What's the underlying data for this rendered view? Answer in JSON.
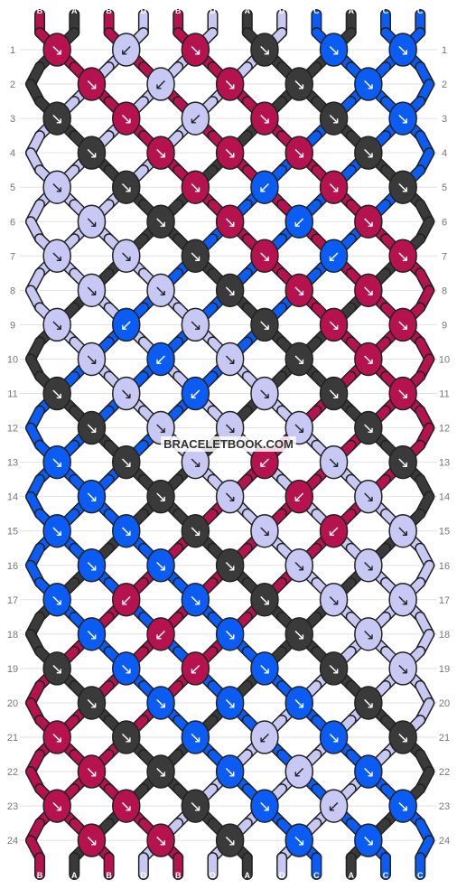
{
  "watermark": "BRACELETBOOK.COM",
  "colors": {
    "A": "#3a3a3a",
    "B": "#b5124e",
    "C": "#0a5cf5",
    "D": "#c8c8f5"
  },
  "strands_top": [
    "B",
    "A",
    "B",
    "D",
    "B",
    "D",
    "A",
    "D",
    "C",
    "A",
    "C",
    "C"
  ],
  "strands_bottom": [
    "B",
    "A",
    "B",
    "D",
    "B",
    "D",
    "A",
    "D",
    "C",
    "A",
    "C",
    "C"
  ],
  "row_numbers": [
    "1",
    "2",
    "3",
    "4",
    "5",
    "6",
    "7",
    "8",
    "9",
    "10",
    "11",
    "12",
    "13",
    "14",
    "15",
    "16",
    "17",
    "18",
    "19",
    "20",
    "21",
    "22",
    "23",
    "24"
  ],
  "knots": [
    [
      "B↘",
      "D↙",
      "B↘",
      "A↘",
      "C↘",
      "C↘"
    ],
    [
      "B↘",
      "D↙",
      "B↘",
      "A↘",
      "C↘"
    ],
    [
      "A↘",
      "B↘",
      "D↙",
      "B↘",
      "A↘",
      "C↘"
    ],
    [
      "A↘",
      "B↘",
      "B↘",
      "B↘",
      "A↘"
    ],
    [
      "D↘",
      "A↘",
      "B↘",
      "C↙",
      "B↘",
      "A↘"
    ],
    [
      "D↘",
      "A↘",
      "B↘",
      "C↙",
      "B↘"
    ],
    [
      "D↘",
      "D↘",
      "A↘",
      "B↘",
      "C↙",
      "B↘"
    ],
    [
      "D↘",
      "D↘",
      "A↘",
      "B↘",
      "B↘"
    ],
    [
      "D↘",
      "C↙",
      "D↘",
      "A↘",
      "B↘",
      "B↘"
    ],
    [
      "D↘",
      "C↙",
      "D↘",
      "A↘",
      "B↘"
    ],
    [
      "A↘",
      "D↘",
      "C↙",
      "D↘",
      "A↘",
      "B↘"
    ],
    [
      "A↘",
      "D↘",
      "D↘",
      "D↘",
      "A↘"
    ],
    [
      "C↘",
      "A↘",
      "D↘",
      "B↙",
      "D↘",
      "A↘"
    ],
    [
      "C↘",
      "A↘",
      "D↘",
      "B↙",
      "D↘"
    ],
    [
      "C↘",
      "C↘",
      "A↘",
      "D↘",
      "B↙",
      "D↘"
    ],
    [
      "C↘",
      "C↘",
      "A↘",
      "D↘",
      "D↘"
    ],
    [
      "C↘",
      "B↙",
      "C↘",
      "A↘",
      "D↘",
      "D↘"
    ],
    [
      "C↘",
      "B↙",
      "C↘",
      "A↘",
      "D↘"
    ],
    [
      "A↘",
      "C↘",
      "B↙",
      "C↘",
      "A↘",
      "D↘"
    ],
    [
      "A↘",
      "C↘",
      "C↘",
      "C↘",
      "A↘"
    ],
    [
      "B↘",
      "A↘",
      "C↘",
      "D↙",
      "C↘",
      "A↘"
    ],
    [
      "B↘",
      "A↘",
      "C↘",
      "D↙",
      "C↘"
    ],
    [
      "B↘",
      "B↘",
      "A↘",
      "C↘",
      "D↙",
      "C↘"
    ],
    [
      "B↘",
      "B↘",
      "A↘",
      "C↘",
      "C↘"
    ]
  ]
}
